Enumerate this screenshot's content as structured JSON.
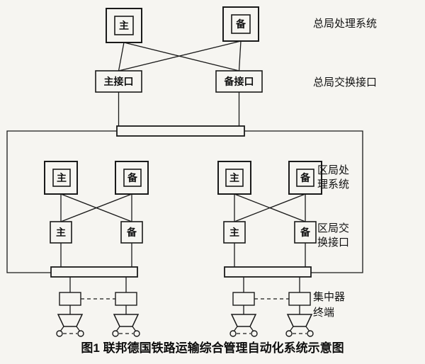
{
  "caption": "图1  联邦德国铁路运输综合管理自动化系统示意图",
  "boxes": {
    "main": "主",
    "backup": "备",
    "main_interface": "主接口",
    "backup_interface": "备接口"
  },
  "side_labels": {
    "hq_processing": "总局处理系统",
    "hq_exchange": "总局交换接口",
    "regional_processing_l1": "区局处",
    "regional_processing_l2": "理系统",
    "regional_exchange_l1": "区局交",
    "regional_exchange_l2": "换接口",
    "concentrator": "集中器",
    "terminal": "终端"
  },
  "colors": {
    "line": "#1a1a1a",
    "background": "#f6f5f1",
    "text": "#111111"
  }
}
